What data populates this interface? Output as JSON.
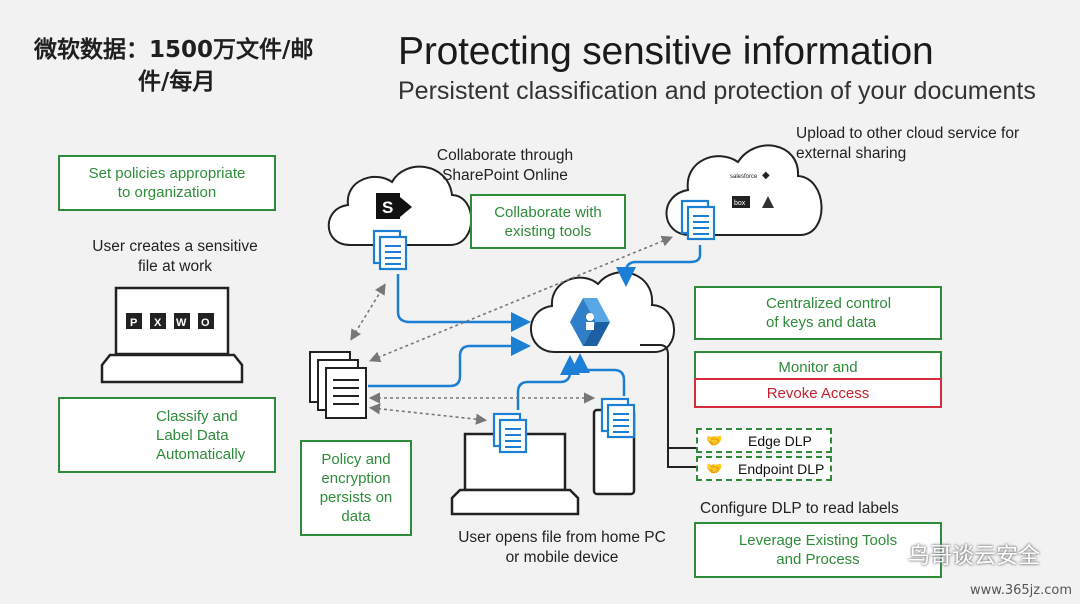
{
  "header": {
    "cn_title_line1": "微软数据：1500万文件/邮",
    "cn_title_line2": "件/每月",
    "title": "Protecting sensitive information",
    "subtitle": "Persistent classification and protection of your documents"
  },
  "boxes": {
    "set_policies": "Set policies appropriate to organization",
    "collaborate_tools": "Collaborate with existing tools",
    "centralized": "Centralized control of keys and data",
    "monitor": "Monitor and",
    "revoke": "Revoke Access",
    "edge_dlp": "Edge DLP",
    "endpoint_dlp": "Endpoint DLP",
    "classify": "Classify and Label Data Automatically",
    "policy_persists": "Policy and encryption persists on data",
    "leverage": "Leverage Existing Tools and Process"
  },
  "labels": {
    "collab_sharepoint": "Collaborate through SharePoint Online",
    "upload_cloud": "Upload to other cloud service for external sharing",
    "user_creates": "User creates a sensitive file at work",
    "user_opens": "User opens file from home PC or mobile device",
    "configure_dlp": "Configure DLP to read labels"
  },
  "cloud_logos": [
    "salesforce",
    "Dropbox",
    "box",
    "Google Drive"
  ],
  "office_apps": [
    "P",
    "X",
    "W",
    "O"
  ],
  "watermark": "鸟哥谈云安全",
  "watermark_url": "www.365jz.com",
  "colors": {
    "green": "#2e8b3a",
    "red": "#d42c3a",
    "blue": "#1b7fd6"
  }
}
